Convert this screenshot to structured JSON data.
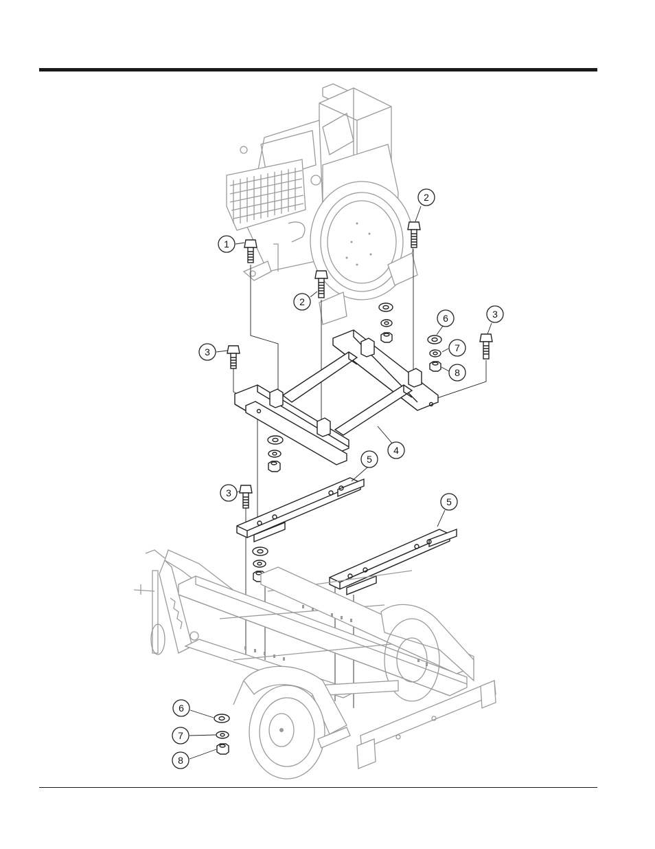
{
  "callouts": [
    {
      "id": "c1",
      "label": "1"
    },
    {
      "id": "c2a",
      "label": "2"
    },
    {
      "id": "c2b",
      "label": "2"
    },
    {
      "id": "c3a",
      "label": "3"
    },
    {
      "id": "c3b",
      "label": "3"
    },
    {
      "id": "c3c",
      "label": "3"
    },
    {
      "id": "c4",
      "label": "4"
    },
    {
      "id": "c5a",
      "label": "5"
    },
    {
      "id": "c5b",
      "label": "5"
    },
    {
      "id": "c6a",
      "label": "6"
    },
    {
      "id": "c6b",
      "label": "6"
    },
    {
      "id": "c7a",
      "label": "7"
    },
    {
      "id": "c7b",
      "label": "7"
    },
    {
      "id": "c8a",
      "label": "8"
    },
    {
      "id": "c8b",
      "label": "8"
    }
  ]
}
